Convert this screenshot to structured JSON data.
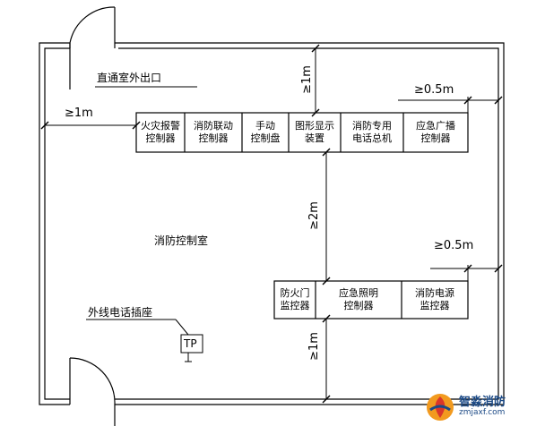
{
  "labels": {
    "exit": "直通室外出口",
    "room": "消防控制室",
    "phone_socket": "外线电话插座",
    "tp": "TP"
  },
  "top_row": [
    {
      "line1": "火灾报警",
      "line2": "控制器"
    },
    {
      "line1": "消防联动",
      "line2": "控制器"
    },
    {
      "line1": "手动",
      "line2": "控制盘"
    },
    {
      "line1": "图形显示",
      "line2": "装置"
    },
    {
      "line1": "消防专用",
      "line2": "电话总机"
    },
    {
      "line1": "应急广播",
      "line2": "控制器"
    }
  ],
  "bottom_row": [
    {
      "line1": "防火门",
      "line2": "监控器"
    },
    {
      "line1": "应急照明",
      "line2": "控制器"
    },
    {
      "line1": "消防电源",
      "line2": "监控器"
    }
  ],
  "dimensions": {
    "top_gap": "≥1m",
    "left_gap": "≥1m",
    "right_gap_top": "≥0.5m",
    "middle_gap": "≥2m",
    "right_gap_bottom": "≥0.5m",
    "bottom_gap": "≥1m"
  },
  "logo": {
    "name": "智淼消防",
    "url": "zmjaxf.com"
  },
  "colors": {
    "line": "#000000",
    "logo_blue": "#1c4a86",
    "logo_red": "#d9362b",
    "logo_orange": "#f29a1f"
  }
}
